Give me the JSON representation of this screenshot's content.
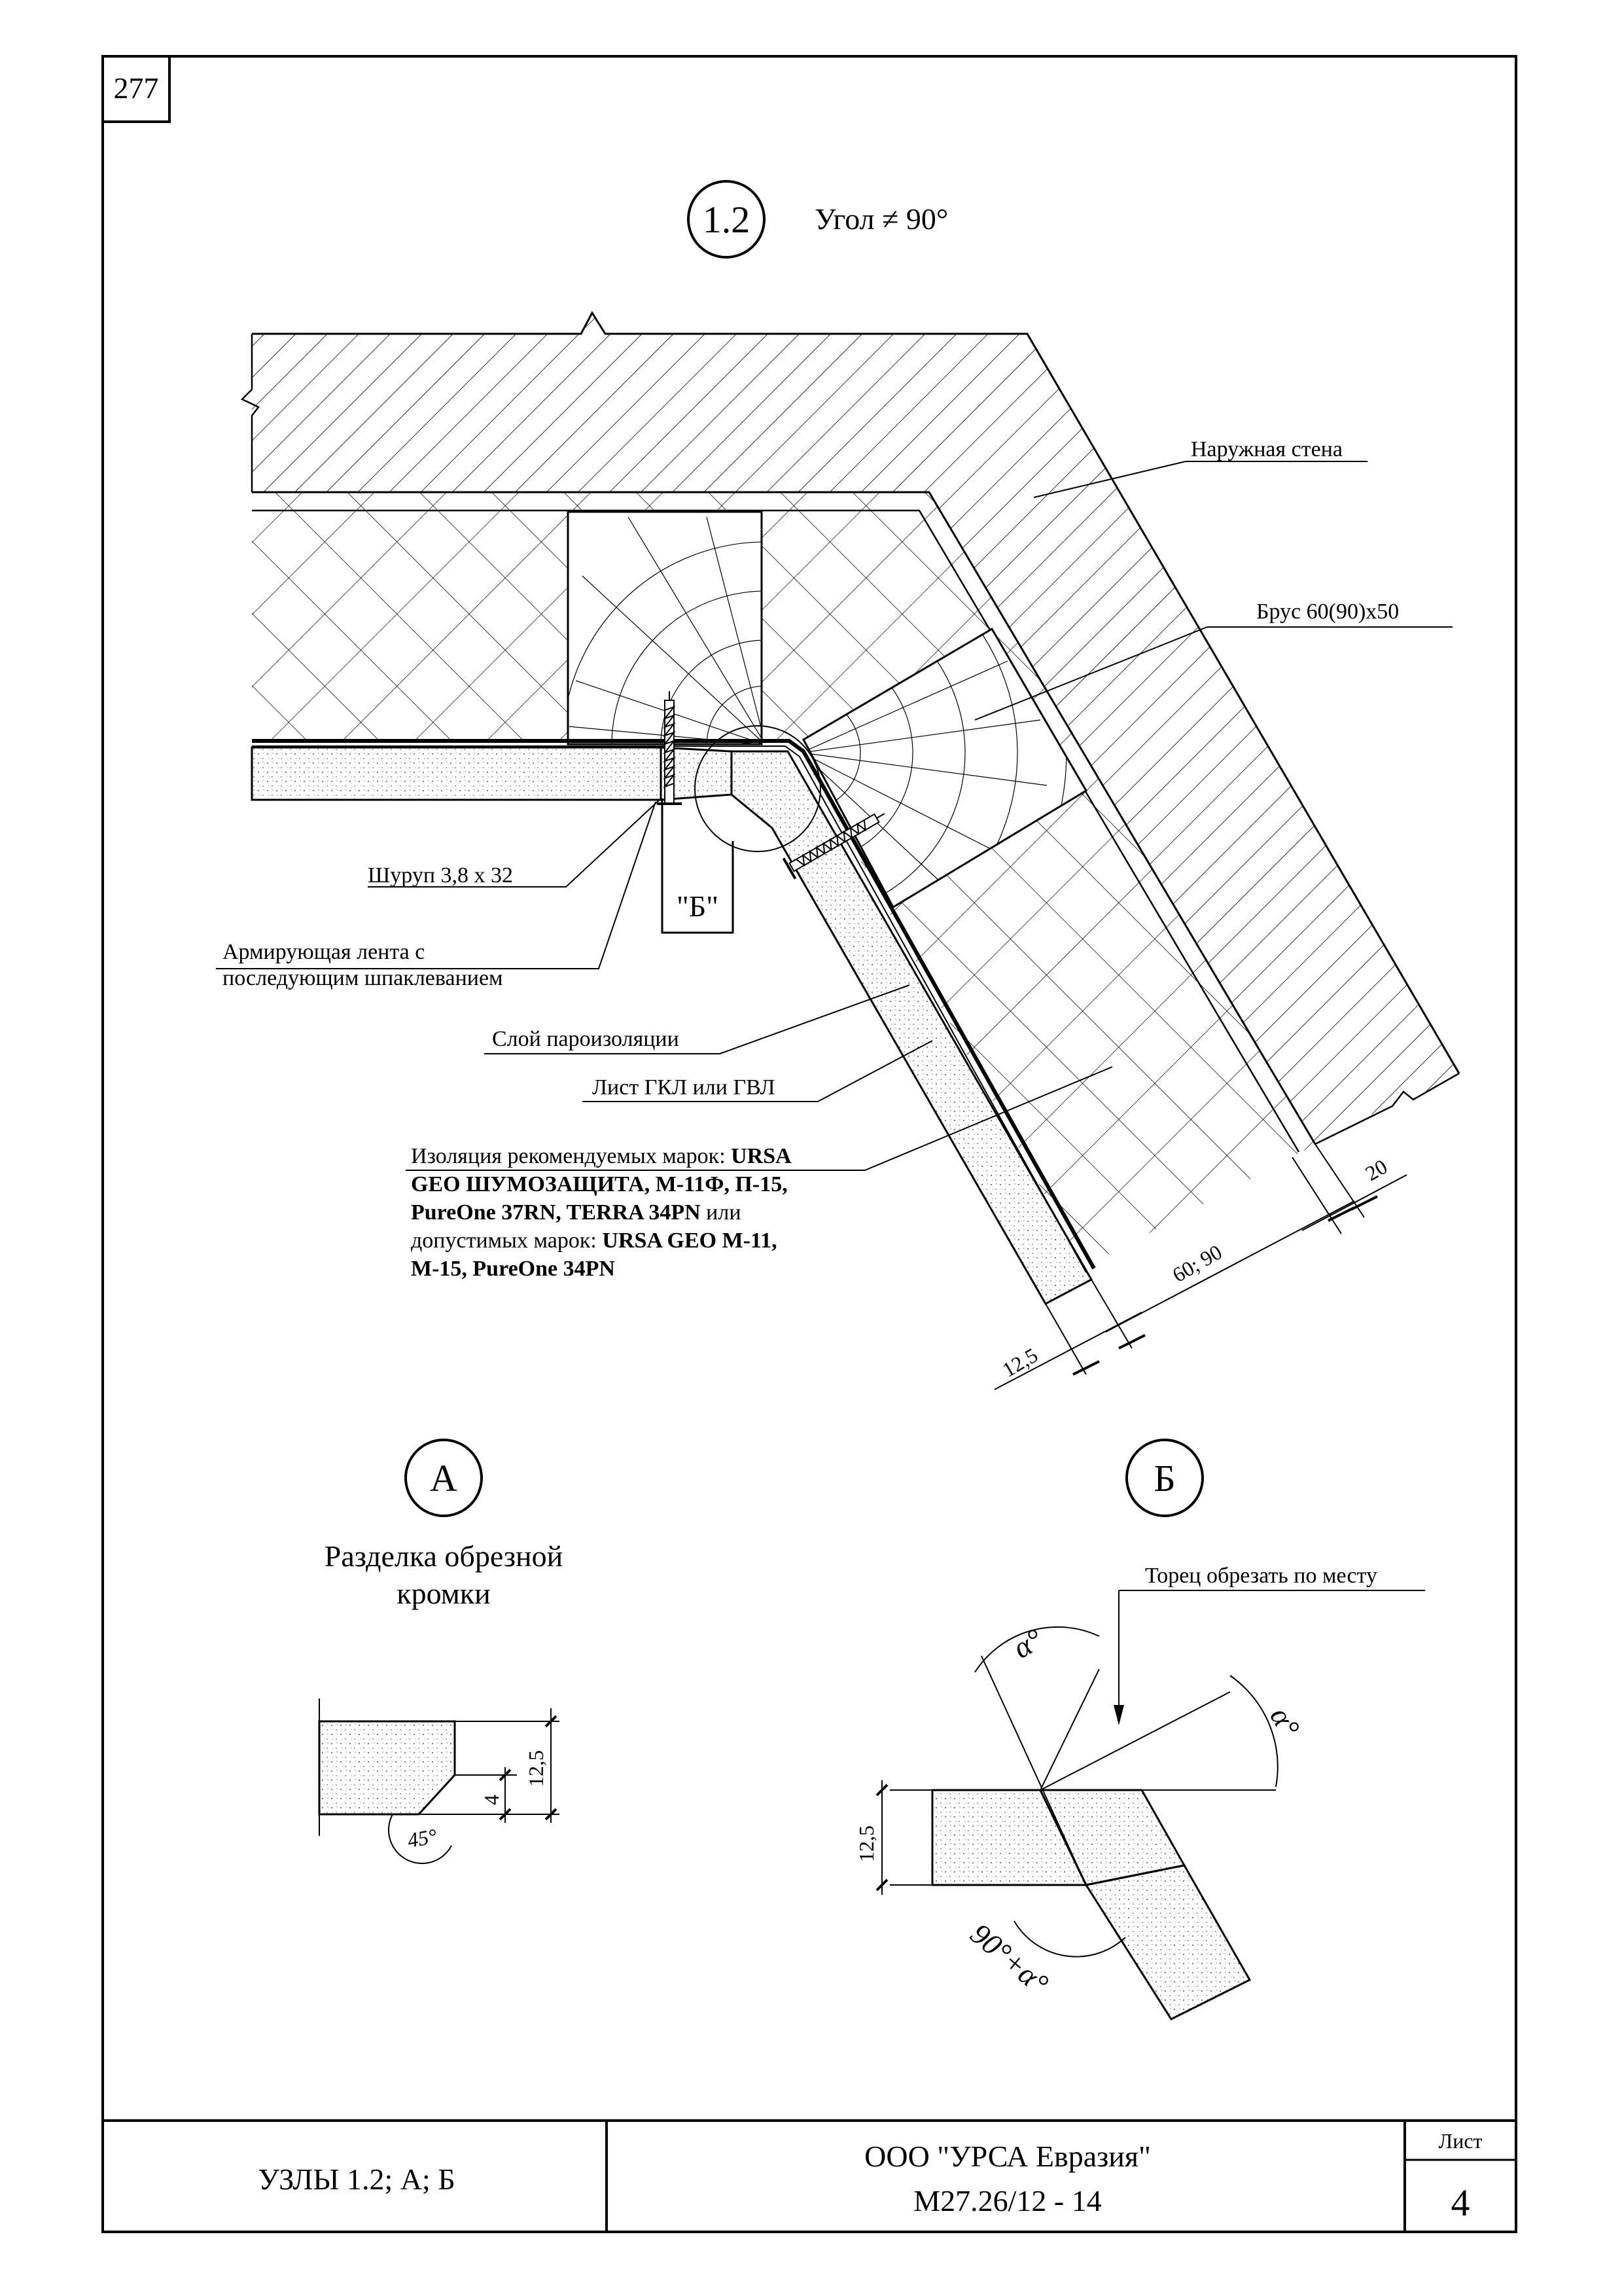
{
  "sheet": {
    "page_number": "277",
    "main_node": {
      "marker": "1.2",
      "subtitle": "Угол ≠ 90°"
    },
    "callouts": {
      "outer_wall": "Наружная стена",
      "beam": "Брус 60(90)х50",
      "screw": "Шуруп 3,8 х 32",
      "tape_line1": "Армирующая лента с",
      "tape_line2": "последующим шпаклеванием",
      "vapor": "Слой пароизоляции",
      "sheet": "Лист ГКЛ или ГВЛ",
      "detail_ref": "\"Б\"",
      "insulation": {
        "line1_plain": "Изоляция рекомендуемых марок: ",
        "line1_bold": "URSA",
        "line2_bold": "GEO ШУМОЗАЩИТА, М-11Ф, П-15,",
        "line3_bold": "PureOne 37RN, TERRA 34PN",
        "line3_plain": " или",
        "line4_plain": "допустимых марок: ",
        "line4_bold": "URSA GEO М-11,",
        "line5_bold": "М-15, PureOne 34PN"
      }
    },
    "dimensions": {
      "d20": "20",
      "d60_90": "60; 90",
      "d12_5": "12,5"
    },
    "detail_a": {
      "marker": "А",
      "title_line1": "Разделка обрезной",
      "title_line2": "кромки",
      "dim_height": "12,5",
      "dim_chamfer": "4",
      "angle": "45°"
    },
    "detail_b": {
      "marker": "Б",
      "note": "Торец обрезать по месту",
      "angle1": "α°",
      "angle2": "α°",
      "dim_height": "12,5",
      "angle_sum": "90°+α°"
    },
    "title_block": {
      "node_list": "УЗЛЫ 1.2; А; Б",
      "company": "ООО \"УРСА Евразия\"",
      "doc_code": "М27.26/12 - 14",
      "sheet_label": "Лист",
      "sheet_number": "4"
    }
  }
}
